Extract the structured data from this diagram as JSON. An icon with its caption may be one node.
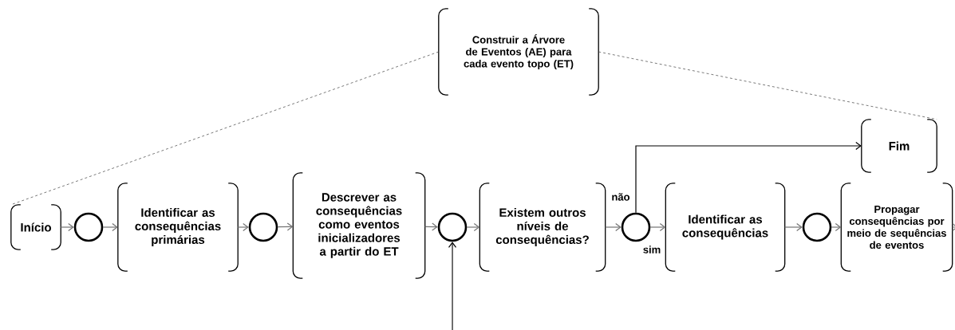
{
  "diagram": {
    "nodes": [
      {
        "text": [
          "Construir a Árvore de Eventos (AE) para cada evento topo (ET)"
        ]
      },
      {
        "text": [
          "Início"
        ]
      },
      {
        "text": [],
        "shape": "circle"
      },
      {
        "text": [
          "Identificar as consequências primárias"
        ]
      },
      {
        "text": [],
        "shape": "circle"
      },
      {
        "text": [
          "Descrever as consequências como eventos inicializadores a partir do ET"
        ]
      },
      {
        "text": [],
        "shape": "circle"
      },
      {
        "text": [
          "Existem outros níveis de consequências?"
        ]
      },
      {
        "text": [],
        "shape": "circle"
      },
      {
        "text": [
          "Fim"
        ]
      },
      {
        "text": [
          "Identificar as consequências"
        ]
      },
      {
        "text": [],
        "shape": "circle"
      },
      {
        "text": [
          "Propagar consequências por meio de sequências de eventos"
        ]
      }
    ],
    "edges": [
      {
        "from": 1,
        "to": 2,
        "arrow": "to"
      },
      {
        "from": 2,
        "to": 3,
        "arrow": "to"
      },
      {
        "from": 3,
        "to": 4,
        "arrow": "to"
      },
      {
        "from": 4,
        "to": 5,
        "arrow": "to"
      },
      {
        "from": 5,
        "to": 6,
        "arrow": "to"
      },
      {
        "from": 6,
        "to": 7,
        "arrow": "to"
      },
      {
        "from": 7,
        "to": 8,
        "arrow": "to"
      },
      {
        "from": 8,
        "to": 9,
        "arrow": "to",
        "label": "não",
        "color": "#000000"
      },
      {
        "from": 8,
        "to": 10,
        "arrow": "to",
        "label": "sim"
      },
      {
        "from": 10,
        "to": 11,
        "arrow": "to"
      },
      {
        "from": 11,
        "to": 12,
        "arrow": "to"
      },
      {
        "from": 12,
        "to": null,
        "arrow": "to"
      },
      {
        "from": null,
        "to": 6,
        "arrow": "to",
        "color": "#000000"
      },
      {
        "from": 0,
        "to": 1,
        "arrow": "none",
        "style": "dashed"
      },
      {
        "from": 0,
        "to": 9,
        "arrow": "none",
        "style": "dashed"
      }
    ]
  }
}
